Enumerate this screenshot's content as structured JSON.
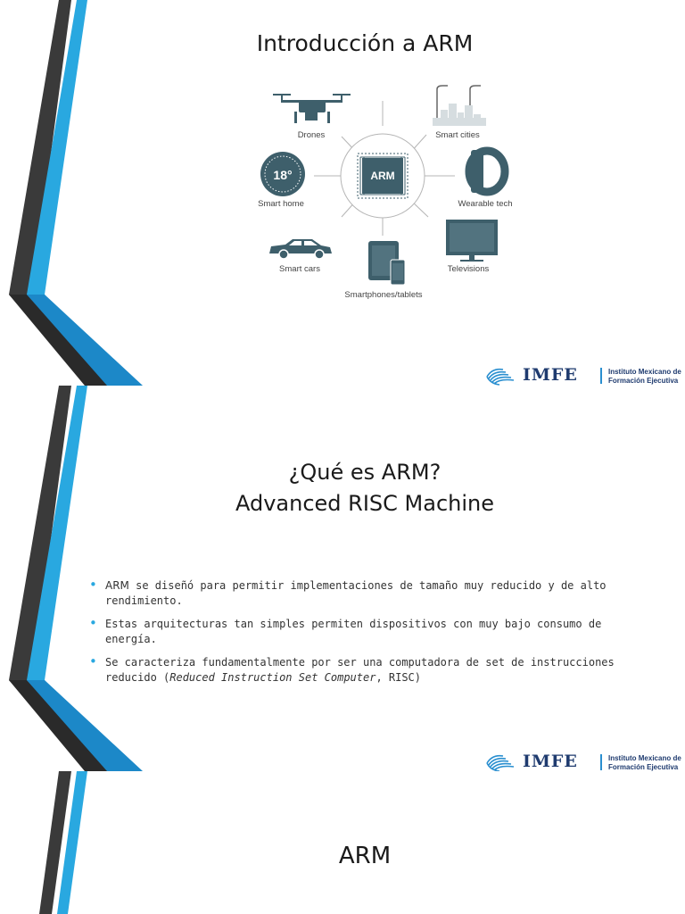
{
  "slides": [
    {
      "title": "Introducción a ARM",
      "diagram": {
        "center": "ARM",
        "thermostat_value": "18°",
        "labels": {
          "drones": "Drones",
          "smart_cities": "Smart cities",
          "smart_home": "Smart home",
          "wearable_tech": "Wearable tech",
          "smart_cars": "Smart cars",
          "smartphones_tablets": "Smartphones/tablets",
          "televisions": "Televisions"
        }
      }
    },
    {
      "title_line1": "¿Qué es ARM?",
      "title_line2": "Advanced RISC Machine",
      "bullets": [
        {
          "strong": "ARM",
          "text": " se diseñó para permitir implementaciones de tamaño muy reducido y de alto rendimiento."
        },
        {
          "text": "Estas arquitecturas tan simples permiten dispositivos con muy bajo consumo de energía."
        },
        {
          "text_before": "Se caracteriza fundamentalmente por ser una computadora de set de instrucciones reducido (",
          "italic": "Reduced Instruction Set Computer",
          "text_after": ", RISC)"
        }
      ]
    },
    {
      "title": "ARM"
    }
  ],
  "logo": {
    "word": "IMFE",
    "line1": "Instituto Mexicano de",
    "line2": "Formación Ejecutiva"
  },
  "colors": {
    "accent_blue": "#29a8e0",
    "dark_gray": "#4a4a4a",
    "navy": "#1f3b6f",
    "teal_device": "#3e5f6b"
  }
}
